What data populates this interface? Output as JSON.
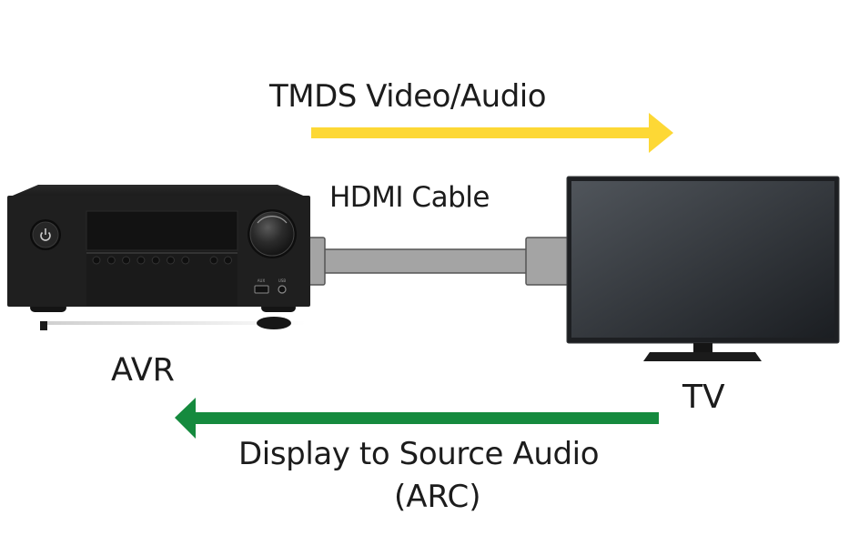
{
  "labels": {
    "tmds": "TMDS Video/Audio",
    "hdmi_cable": "HDMI Cable",
    "avr": "AVR",
    "tv": "TV",
    "arc_line1": "Display to Source Audio",
    "arc_line2": "(ARC)"
  },
  "avr_panel": {
    "aux_label": "AUX",
    "usb_label": "USB",
    "button_count": 9
  },
  "colors": {
    "tmds_arrow": "#fdd835",
    "arc_arrow": "#158a3e",
    "cable": "#a4a4a4",
    "device_body": "#1e1e1e",
    "tv_screen_light": "#4c5157",
    "tv_screen_dark": "#1c1f23"
  },
  "icons": {
    "power": "power-icon",
    "usb": "usb-port-icon",
    "aux": "aux-jack-icon"
  }
}
